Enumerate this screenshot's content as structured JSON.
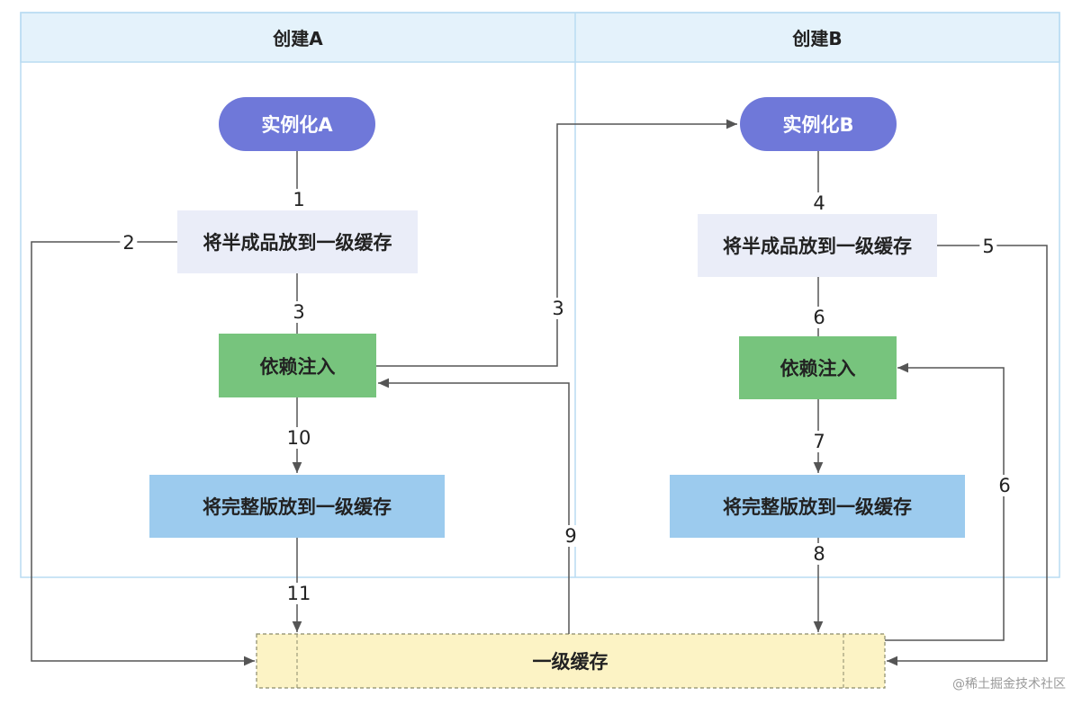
{
  "lanes": [
    {
      "title": "创建A"
    },
    {
      "title": "创建B"
    }
  ],
  "nodes": {
    "instantiate_a": "实例化A",
    "half_cache_a": "将半成品放到一级缓存",
    "inject_a": "依赖注入",
    "full_cache_a": "将完整版放到一级缓存",
    "instantiate_b": "实例化B",
    "half_cache_b": "将半成品放到一级缓存",
    "inject_b": "依赖注入",
    "full_cache_b": "将完整版放到一级缓存",
    "level1_cache": "一级缓存"
  },
  "edge_labels": {
    "e1": "1",
    "e2": "2",
    "e3_a": "3",
    "e3_cross": "3",
    "e4": "4",
    "e5": "5",
    "e6_b": "6",
    "e6_right": "6",
    "e7": "7",
    "e8": "8",
    "e9": "9",
    "e10": "10",
    "e11": "11"
  },
  "watermark": "@稀土掘金技术社区",
  "colors": {
    "lane_header": "#e4f2fb",
    "lane_border": "#b9dcf2",
    "pill": "#6f78d9",
    "half_cache": "#eaedf8",
    "inject": "#77c47d",
    "full_cache": "#9ccbee",
    "cache": "#fcf3c5",
    "edge": "#555555"
  }
}
